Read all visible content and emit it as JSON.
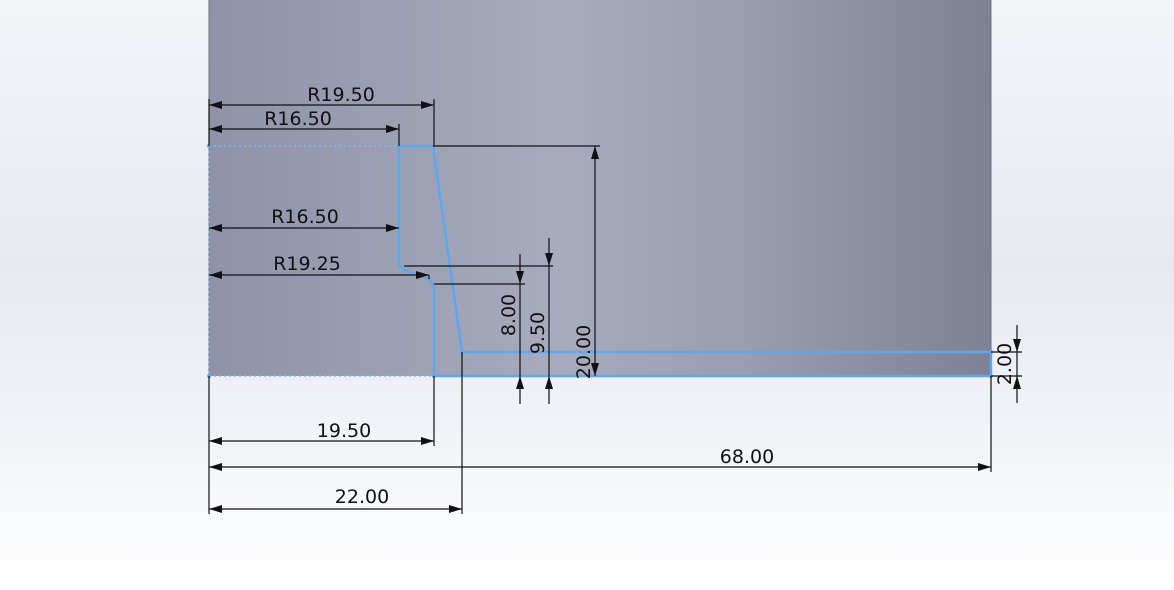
{
  "colors": {
    "sketch": "#5aa8f0",
    "dimension": "#111111",
    "part_face_light": "#a6aabd",
    "part_face_dark": "#7f8294"
  },
  "dimensions": {
    "r19_50": "R19.50",
    "r16_50_top": "R16.50",
    "r16_50_mid": "R16.50",
    "r19_25": "R19.25",
    "v8_00": "8.00",
    "v9_50": "9.50",
    "v20_00": "20.00",
    "v2_00": "2.00",
    "h19_50": "19.50",
    "h68_00": "68.00",
    "h22_00": "22.00"
  }
}
